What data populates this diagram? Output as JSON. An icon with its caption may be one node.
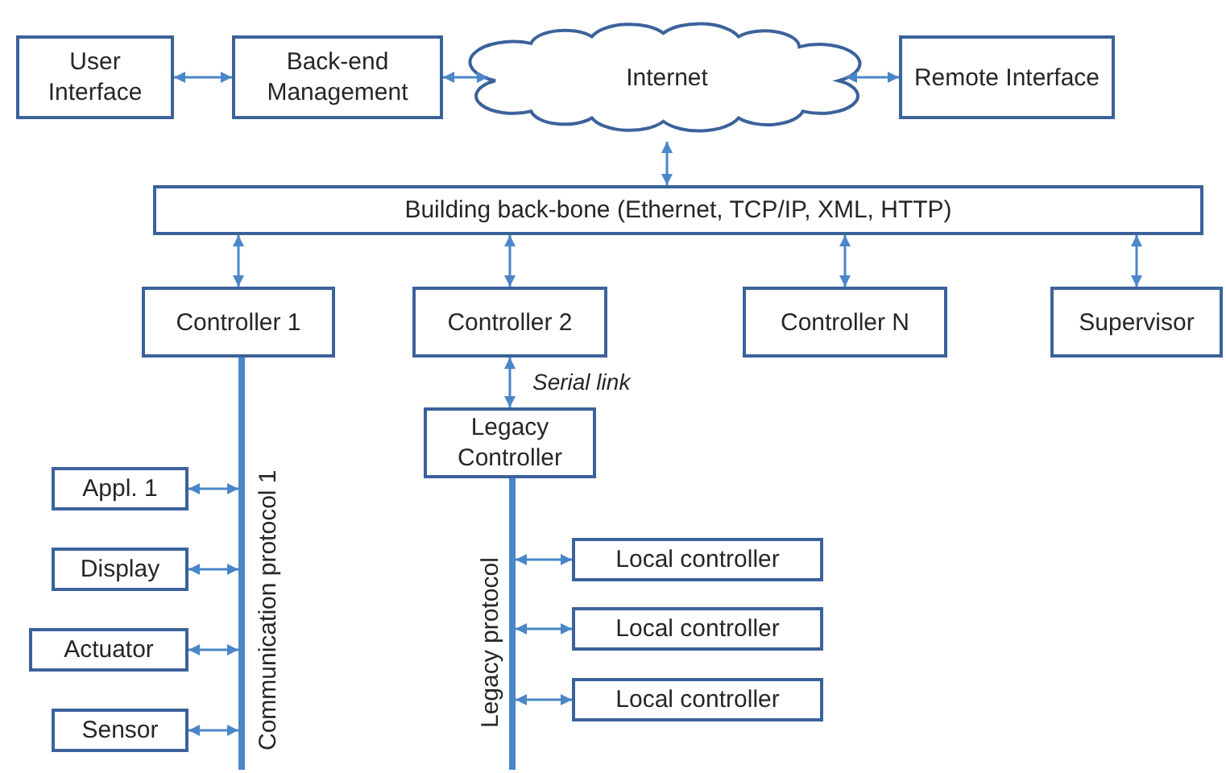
{
  "diagram": {
    "nodes": [
      {
        "text": [
          "User Interface"
        ]
      },
      {
        "text": [
          "Back-end Management"
        ]
      },
      {
        "text": [
          "Internet"
        ]
      },
      {
        "text": [
          "Remote Interface"
        ]
      },
      {
        "text": [
          "Building back-bone (Ethernet, TCP/IP, XML, HTTP)"
        ]
      },
      {
        "text": [
          "Controller 1"
        ]
      },
      {
        "text": [
          "Controller 2"
        ]
      },
      {
        "text": [
          "Controller N"
        ]
      },
      {
        "text": [
          "Supervisor"
        ]
      },
      {
        "text": [
          "Legacy Controller"
        ]
      },
      {
        "text": [],
        "shape": "bar",
        "beside": [
          "Communication protocol 1"
        ]
      },
      {
        "text": [
          "Appl. 1"
        ]
      },
      {
        "text": [
          "Display"
        ]
      },
      {
        "text": [
          "Actuator"
        ]
      },
      {
        "text": [
          "Sensor"
        ]
      },
      {
        "text": [],
        "shape": "bar",
        "beside": [
          "Legacy protocol"
        ]
      },
      {
        "text": [
          "Local controller"
        ]
      },
      {
        "text": [
          "Local controller"
        ]
      },
      {
        "text": [
          "Local controller"
        ]
      }
    ],
    "edges": [
      {
        "from": 0,
        "to": 1,
        "arrow": "both"
      },
      {
        "from": 1,
        "to": 2,
        "arrow": "both"
      },
      {
        "from": 2,
        "to": 3,
        "arrow": "both"
      },
      {
        "from": 2,
        "to": 4,
        "arrow": "both"
      },
      {
        "from": 4,
        "to": 5,
        "arrow": "both"
      },
      {
        "from": 4,
        "to": 6,
        "arrow": "both"
      },
      {
        "from": 4,
        "to": 7,
        "arrow": "both"
      },
      {
        "from": 4,
        "to": 8,
        "arrow": "both"
      },
      {
        "from": 6,
        "to": 9,
        "arrow": "both",
        "label": "Serial link"
      },
      {
        "from": 5,
        "to": 10,
        "arrow": "none",
        "style": "thick"
      },
      {
        "from": 11,
        "to": 10,
        "arrow": "both"
      },
      {
        "from": 12,
        "to": 10,
        "arrow": "both"
      },
      {
        "from": 13,
        "to": 10,
        "arrow": "both"
      },
      {
        "from": 14,
        "to": 10,
        "arrow": "both"
      },
      {
        "from": 9,
        "to": 15,
        "arrow": "none",
        "style": "thick"
      },
      {
        "from": 15,
        "to": 16,
        "arrow": "both"
      },
      {
        "from": 15,
        "to": 17,
        "arrow": "both"
      },
      {
        "from": 15,
        "to": 18,
        "arrow": "both"
      }
    ]
  }
}
